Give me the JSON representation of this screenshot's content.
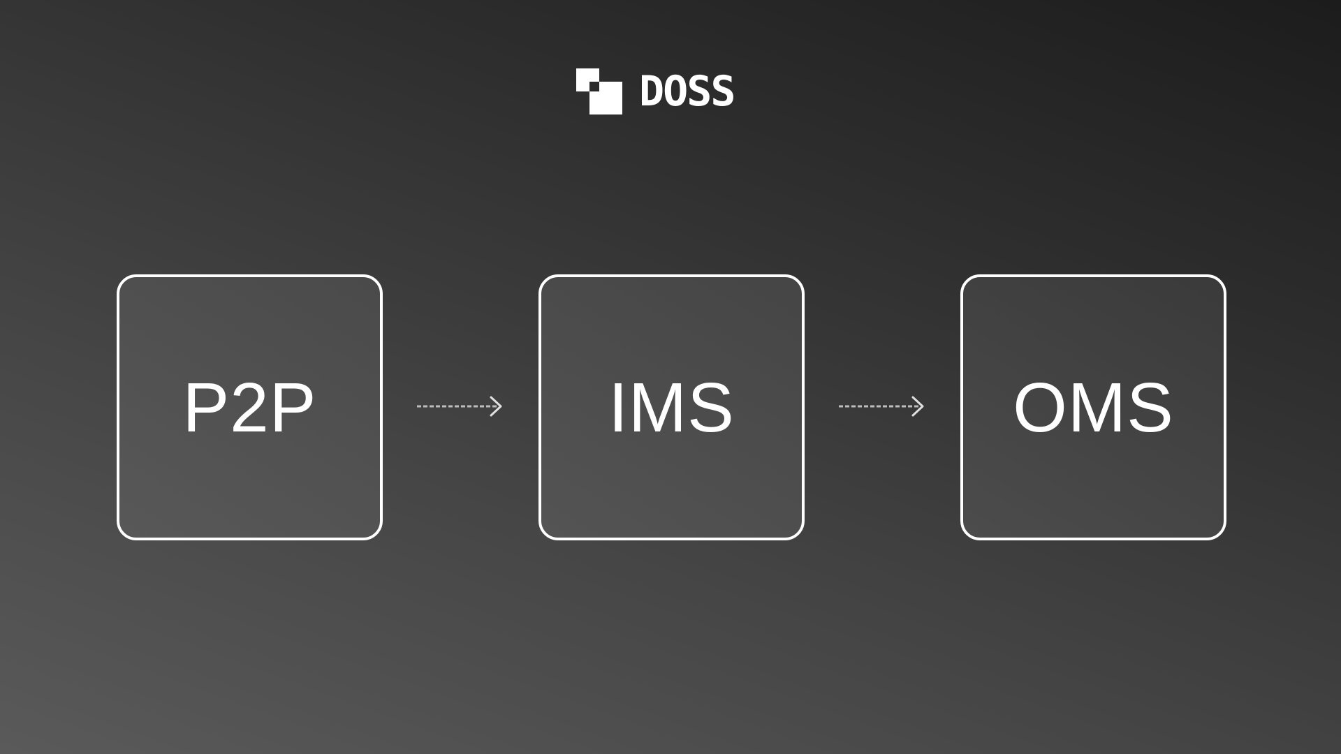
{
  "brand": {
    "name": "DOSS",
    "logo_icon": "doss-logo-mark-icon"
  },
  "flow": {
    "steps": [
      {
        "label": "P2P"
      },
      {
        "label": "IMS"
      },
      {
        "label": "OMS"
      }
    ],
    "connector_icon": "dashed-arrow-right-icon"
  },
  "colors": {
    "background_dark": "#1c1c1c",
    "background_light": "#5a5a5a",
    "box_border": "#ffffff",
    "text": "#ffffff"
  }
}
